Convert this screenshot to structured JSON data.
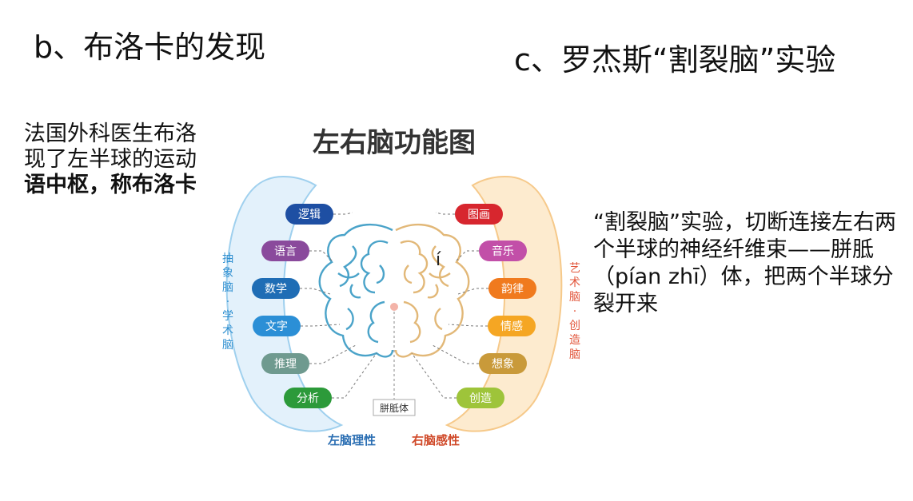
{
  "title_b": "b、布洛卡的发现",
  "title_c": "c、罗杰斯“割裂脑”实验",
  "left_text": {
    "normal": "法国外科医生布洛卡发现了左半球的运动性",
    "bold": "言语中枢，称布洛卡区"
  },
  "right_text": "“割裂脑”实验，切断连接左右两个半球的神经纤维束——胼胝（pían  zhī）体，把两个半球分裂开来",
  "diagram": {
    "title": "左右脑功能图",
    "left_side_label": "抽象脑·学术脑",
    "right_side_label": "艺术脑·创造脑",
    "left_items": [
      "逻辑",
      "语言",
      "数学",
      "文字",
      "推理",
      "分析"
    ],
    "right_items": [
      "图画",
      "音乐",
      "韵律",
      "情感",
      "想象",
      "创造"
    ],
    "left_colors": [
      "#1e4fa3",
      "#8a4a9c",
      "#1f6db5",
      "#2b8fd6",
      "#6f9a8f",
      "#2c9a3a"
    ],
    "right_colors": [
      "#d7262e",
      "#c24fa8",
      "#f07a1e",
      "#f5a623",
      "#c99a3a",
      "#9ec43a"
    ],
    "corpus_label": "胼胝体",
    "left_caption": "左脑理性",
    "right_caption": "右脑感性",
    "stray_mark": "í"
  }
}
